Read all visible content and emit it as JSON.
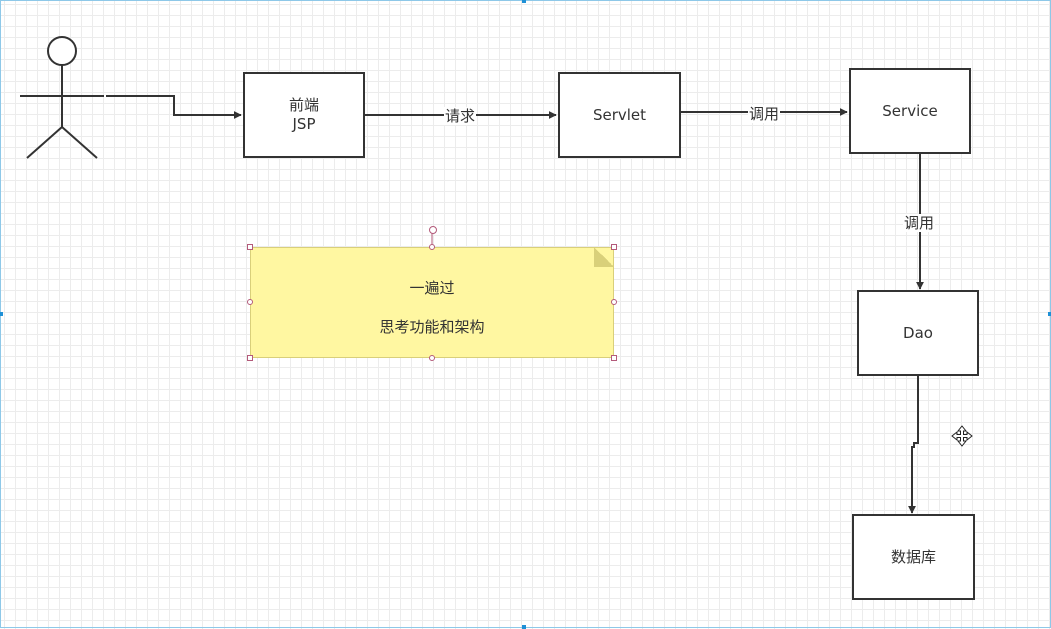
{
  "nodes": {
    "frontend": {
      "line1": "前端",
      "line2": "JSP"
    },
    "servlet": {
      "label": "Servlet"
    },
    "service": {
      "label": "Service"
    },
    "dao": {
      "label": "Dao"
    },
    "database": {
      "label": "数据库"
    }
  },
  "edges": {
    "frontend_to_servlet": "请求",
    "servlet_to_service": "调用",
    "service_to_dao": "调用"
  },
  "note": {
    "line1": "一遍过",
    "line2": "思考功能和架构"
  },
  "colors": {
    "stroke": "#333333",
    "note_fill": "#fff7a1",
    "grid": "#ececec",
    "selection_handle": "#b35a7a",
    "canvas_border": "#8ec8e8"
  },
  "icons": {
    "actor": "stick-figure",
    "cursor": "move-cursor"
  }
}
